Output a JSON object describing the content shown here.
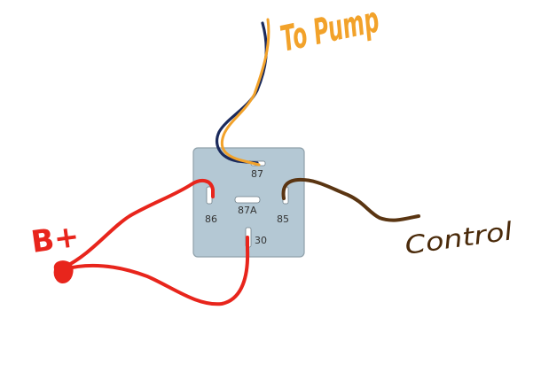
{
  "labels": {
    "pump": "To Pump",
    "b_plus": "B+",
    "control": "Control"
  },
  "relay": {
    "pins": {
      "p87": "87",
      "p87a": "87A",
      "p86": "86",
      "p85": "85",
      "p30": "30"
    }
  },
  "colors": {
    "relay_body": "#b4c8d4",
    "relay_border": "#8fa1ab",
    "wire_red": "#e8251c",
    "wire_brown": "#5a3512",
    "wire_navy": "#1b2a5c",
    "wire_orange": "#f2a22a",
    "label_orange": "#f2a22a",
    "label_red": "#e8251c",
    "label_brown": "#4a2a0a"
  }
}
